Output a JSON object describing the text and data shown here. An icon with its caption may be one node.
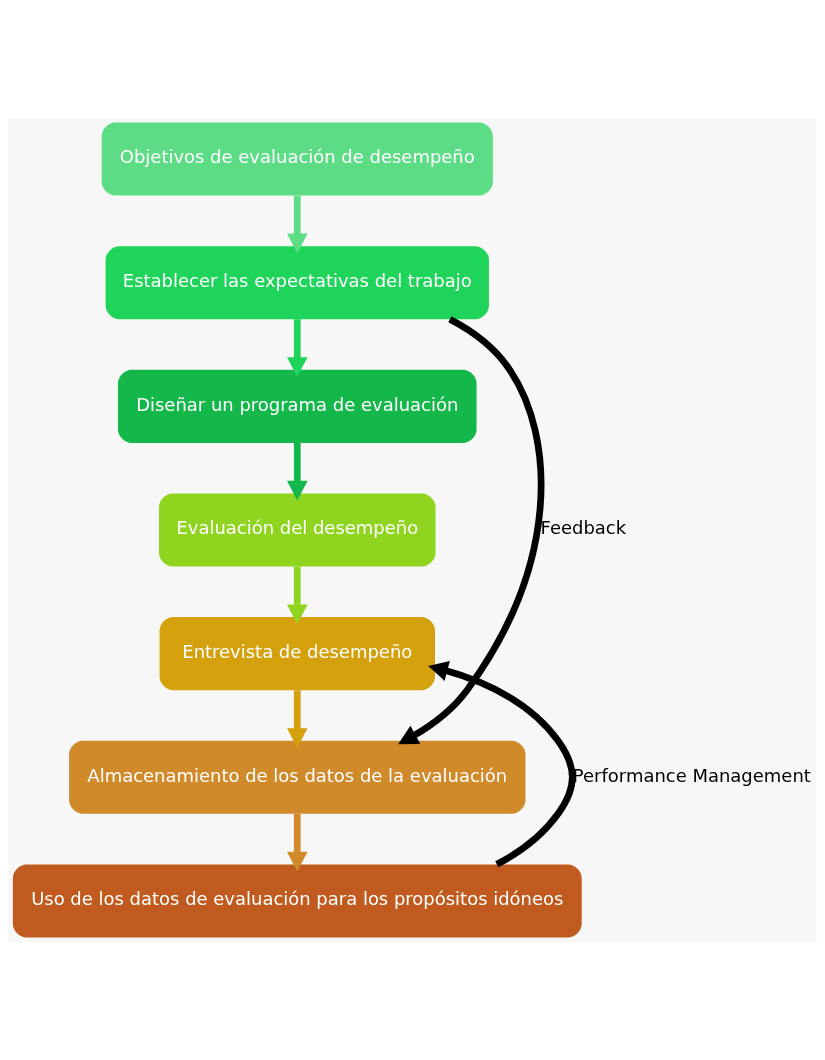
{
  "diagram": {
    "nodes": [
      {
        "text": [
          "Objetivos de evaluación de desempeño"
        ]
      },
      {
        "text": [
          "Establecer las expectativas del trabajo"
        ]
      },
      {
        "text": [
          "Diseñar un programa de evaluación"
        ]
      },
      {
        "text": [
          "Evaluación del desempeño"
        ]
      },
      {
        "text": [
          "Entrevista de desempeño"
        ]
      },
      {
        "text": [
          "Almacenamiento de los datos de la evaluación"
        ]
      },
      {
        "text": [
          "Uso de los datos de evaluación para los propósitos idóneos"
        ]
      }
    ],
    "edges": [
      {
        "from": 0,
        "to": 1,
        "arrow": "to",
        "color": "#5ddc86"
      },
      {
        "from": 1,
        "to": 2,
        "arrow": "to",
        "color": "#1fd45a"
      },
      {
        "from": 2,
        "to": 3,
        "arrow": "to",
        "color": "#14b84a"
      },
      {
        "from": 3,
        "to": 4,
        "arrow": "to",
        "color": "#8fd41e"
      },
      {
        "from": 4,
        "to": 5,
        "arrow": "to",
        "color": "#d4a00c"
      },
      {
        "from": 5,
        "to": 6,
        "arrow": "to",
        "color": "#d08a2a"
      },
      {
        "from": 1,
        "to": 5,
        "arrow": "to",
        "label": "Feedback"
      },
      {
        "from": 6,
        "to": 4,
        "arrow": "to",
        "label": "Performance Management"
      }
    ]
  }
}
